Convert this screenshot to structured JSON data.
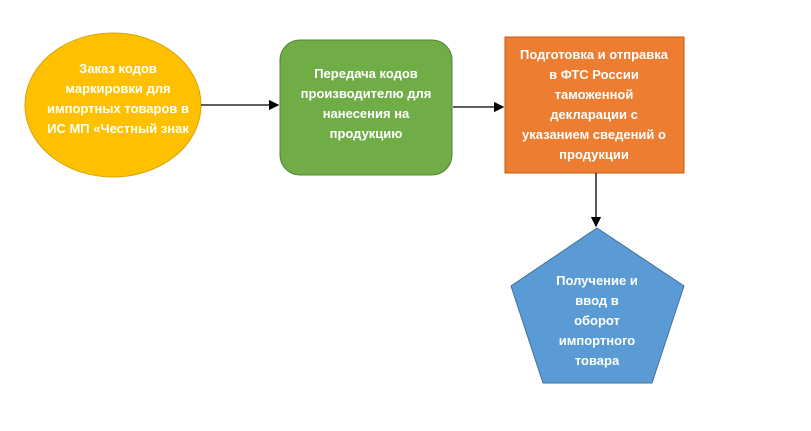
{
  "nodes": {
    "order": {
      "lines": [
        "Заказ кодов",
        "маркировки для",
        "импортных товаров в",
        "ИС МП «Честный знак"
      ],
      "color": "#FFC000"
    },
    "transfer": {
      "lines": [
        "Передача кодов",
        "производителю для",
        "нанесения на",
        "продукцию"
      ],
      "color": "#70AD47"
    },
    "declaration": {
      "lines": [
        "Подготовка и отправка",
        "в ФТС России",
        "таможенной",
        "декларации с",
        "указанием сведений о",
        "продукции"
      ],
      "color": "#ED7D31"
    },
    "receipt": {
      "lines": [
        "Получение и",
        "ввод в",
        "оборот",
        "импортного",
        "товара"
      ],
      "color": "#5B9BD5"
    }
  }
}
